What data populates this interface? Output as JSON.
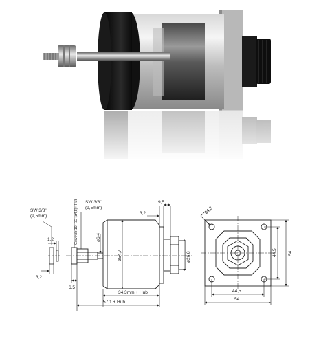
{
  "drawing": {
    "labels": {
      "wrench_left": "SW 3/8\"",
      "wrench_left_mm": "(9,5mm)",
      "wrench_right": "SW 3/8\"",
      "wrench_right_mm": "(9,5mm)",
      "thread_vertical": "Gewinde 10 - 32 (ø4,8)+ Hub",
      "dim_1_2": "1,2",
      "dim_3_2_left": "3,2",
      "dim_6_5": "6,5",
      "dim_d6_4": "ø6,4",
      "dim_d54_7": "ø54,7",
      "dim_3_2_top": "3,2",
      "dim_9_5": "9,5",
      "dim_d26_8": "ø26,8",
      "dim_34_3": "34,3mm + Hub",
      "dim_57_1": "57,1 + Hub",
      "dim_d4_3": "ø4,3",
      "dim_44_5_right": "44,5",
      "dim_54_right": "54",
      "dim_44_5_bottom": "44,5",
      "dim_54_bottom": "54"
    }
  }
}
